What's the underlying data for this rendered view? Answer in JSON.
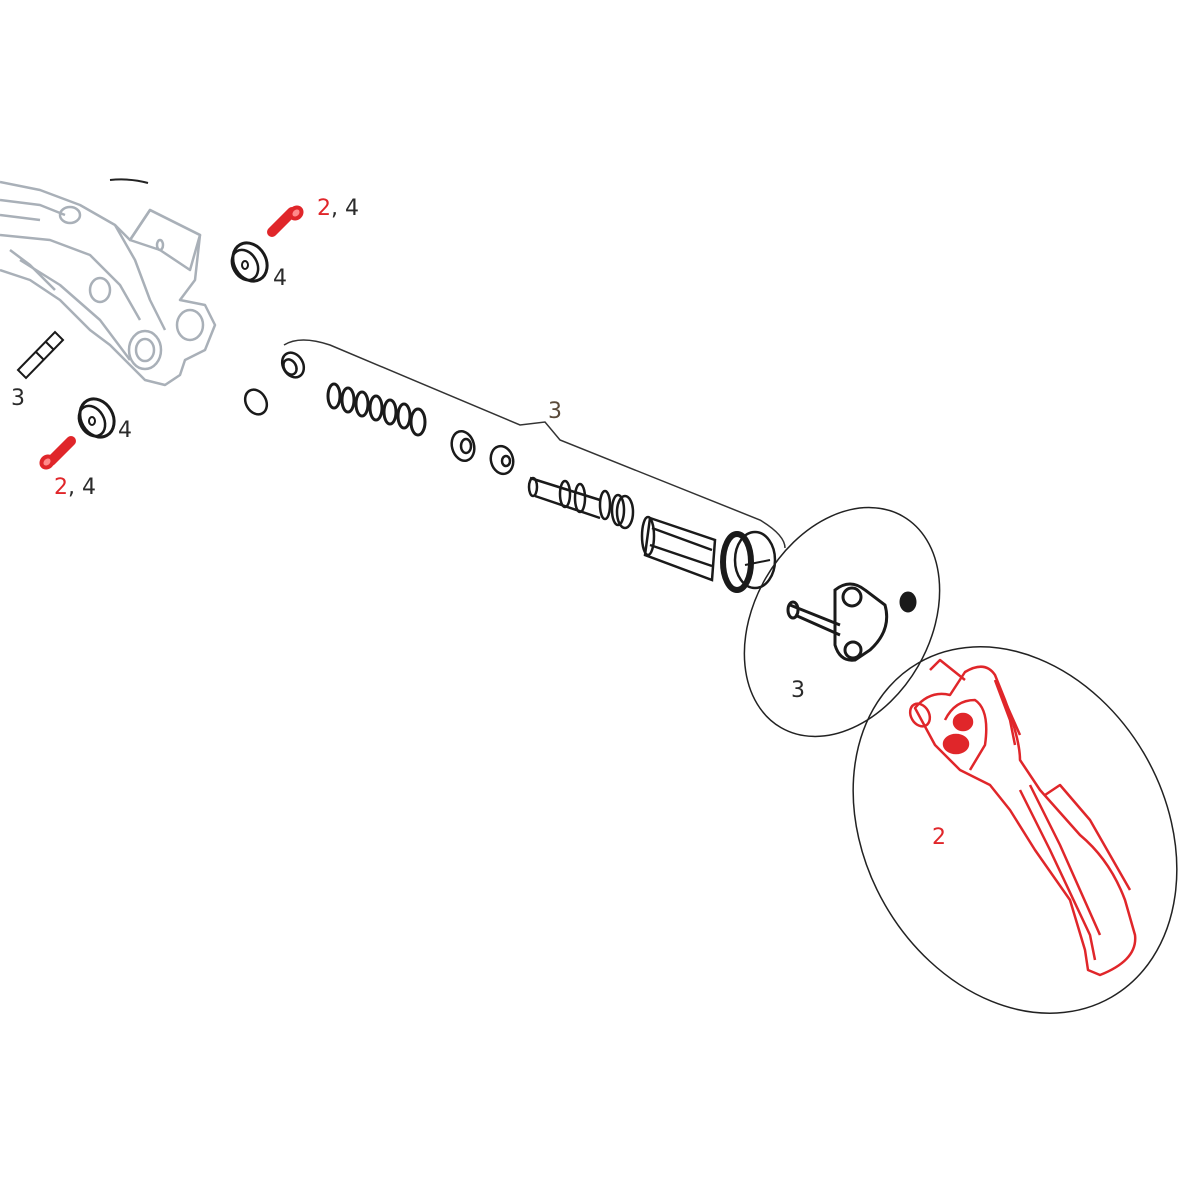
{
  "diagram": {
    "type": "exploded-parts-diagram",
    "colors": {
      "highlight": "#e0262a",
      "outline": "#1a1a1a",
      "housing": "#a9b0b8",
      "background": "#ffffff"
    },
    "parts": [
      {
        "name": "lever-housing",
        "color": "gray"
      },
      {
        "name": "bolt-top",
        "color": "red"
      },
      {
        "name": "bearing-top",
        "color": "black"
      },
      {
        "name": "pin",
        "color": "black"
      },
      {
        "name": "bearing-bottom",
        "color": "black"
      },
      {
        "name": "bolt-bottom",
        "color": "red"
      },
      {
        "name": "bushing-1",
        "color": "black"
      },
      {
        "name": "bushing-2",
        "color": "black"
      },
      {
        "name": "spring",
        "color": "black"
      },
      {
        "name": "seal-1",
        "color": "black"
      },
      {
        "name": "seal-2",
        "color": "black"
      },
      {
        "name": "piston",
        "color": "black"
      },
      {
        "name": "sleeve",
        "color": "black"
      },
      {
        "name": "collar",
        "color": "black"
      },
      {
        "name": "pushrod-assembly",
        "color": "black"
      },
      {
        "name": "brake-lever-blade",
        "color": "red"
      }
    ],
    "labels": {
      "bolt_top": {
        "primary": "2",
        "sep": ",",
        "secondary": "4"
      },
      "bearing_top": "4",
      "pin": "3",
      "bearing_bottom": "4",
      "bolt_bottom": {
        "primary": "2",
        "sep": ",",
        "secondary": "4"
      },
      "piston_group": "3",
      "pushrod_group": "3",
      "lever_group": "2"
    }
  }
}
